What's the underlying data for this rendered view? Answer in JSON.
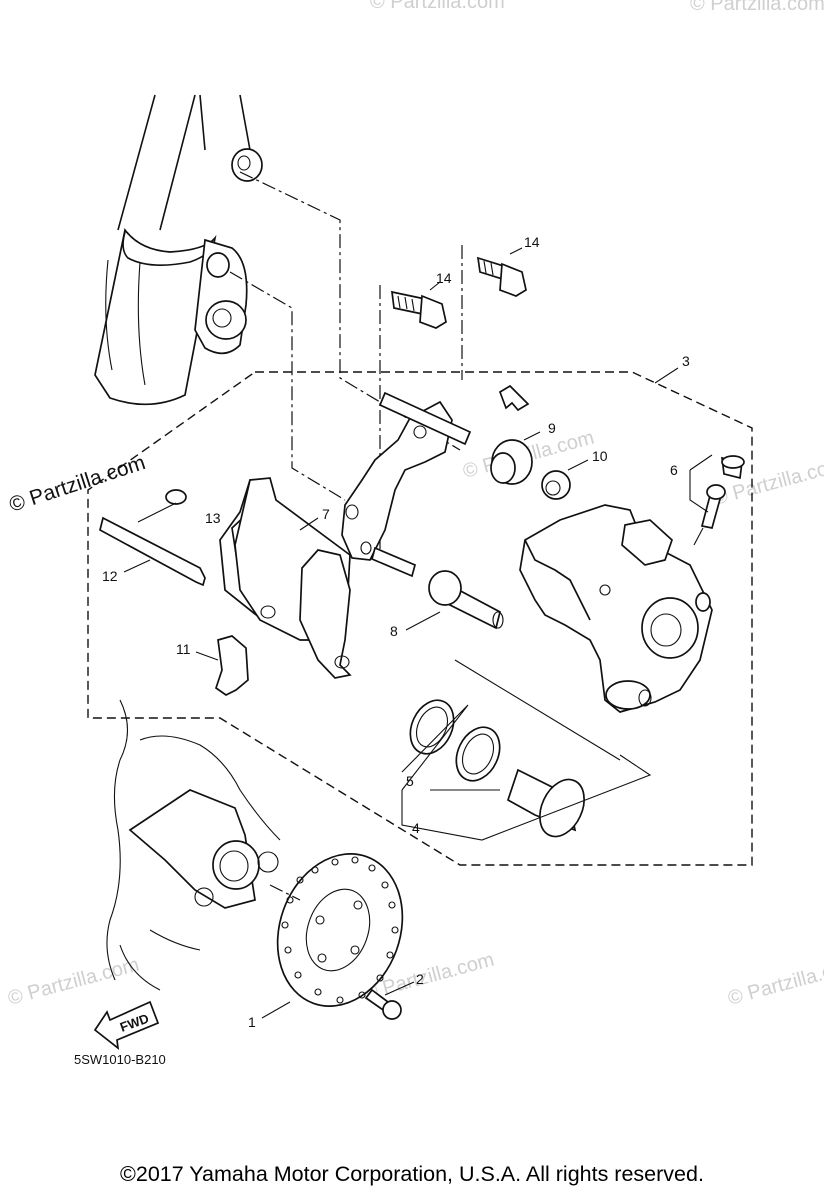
{
  "diagram_code": "5SW1010-B210",
  "copyright": "©2017 Yamaha Motor Corporation, U.S.A. All rights reserved.",
  "watermark_main": "© Partzilla.com",
  "watermark_faint": "© Partzilla.com",
  "fwd_label": "FWD",
  "callouts": {
    "c1": "1",
    "c2": "2",
    "c3": "3",
    "c4": "4",
    "c5": "5",
    "c6": "6",
    "c7": "7",
    "c8": "8",
    "c9": "9",
    "c10": "10",
    "c11": "11",
    "c12": "12",
    "c13": "13",
    "c14a": "14",
    "c14b": "14"
  }
}
